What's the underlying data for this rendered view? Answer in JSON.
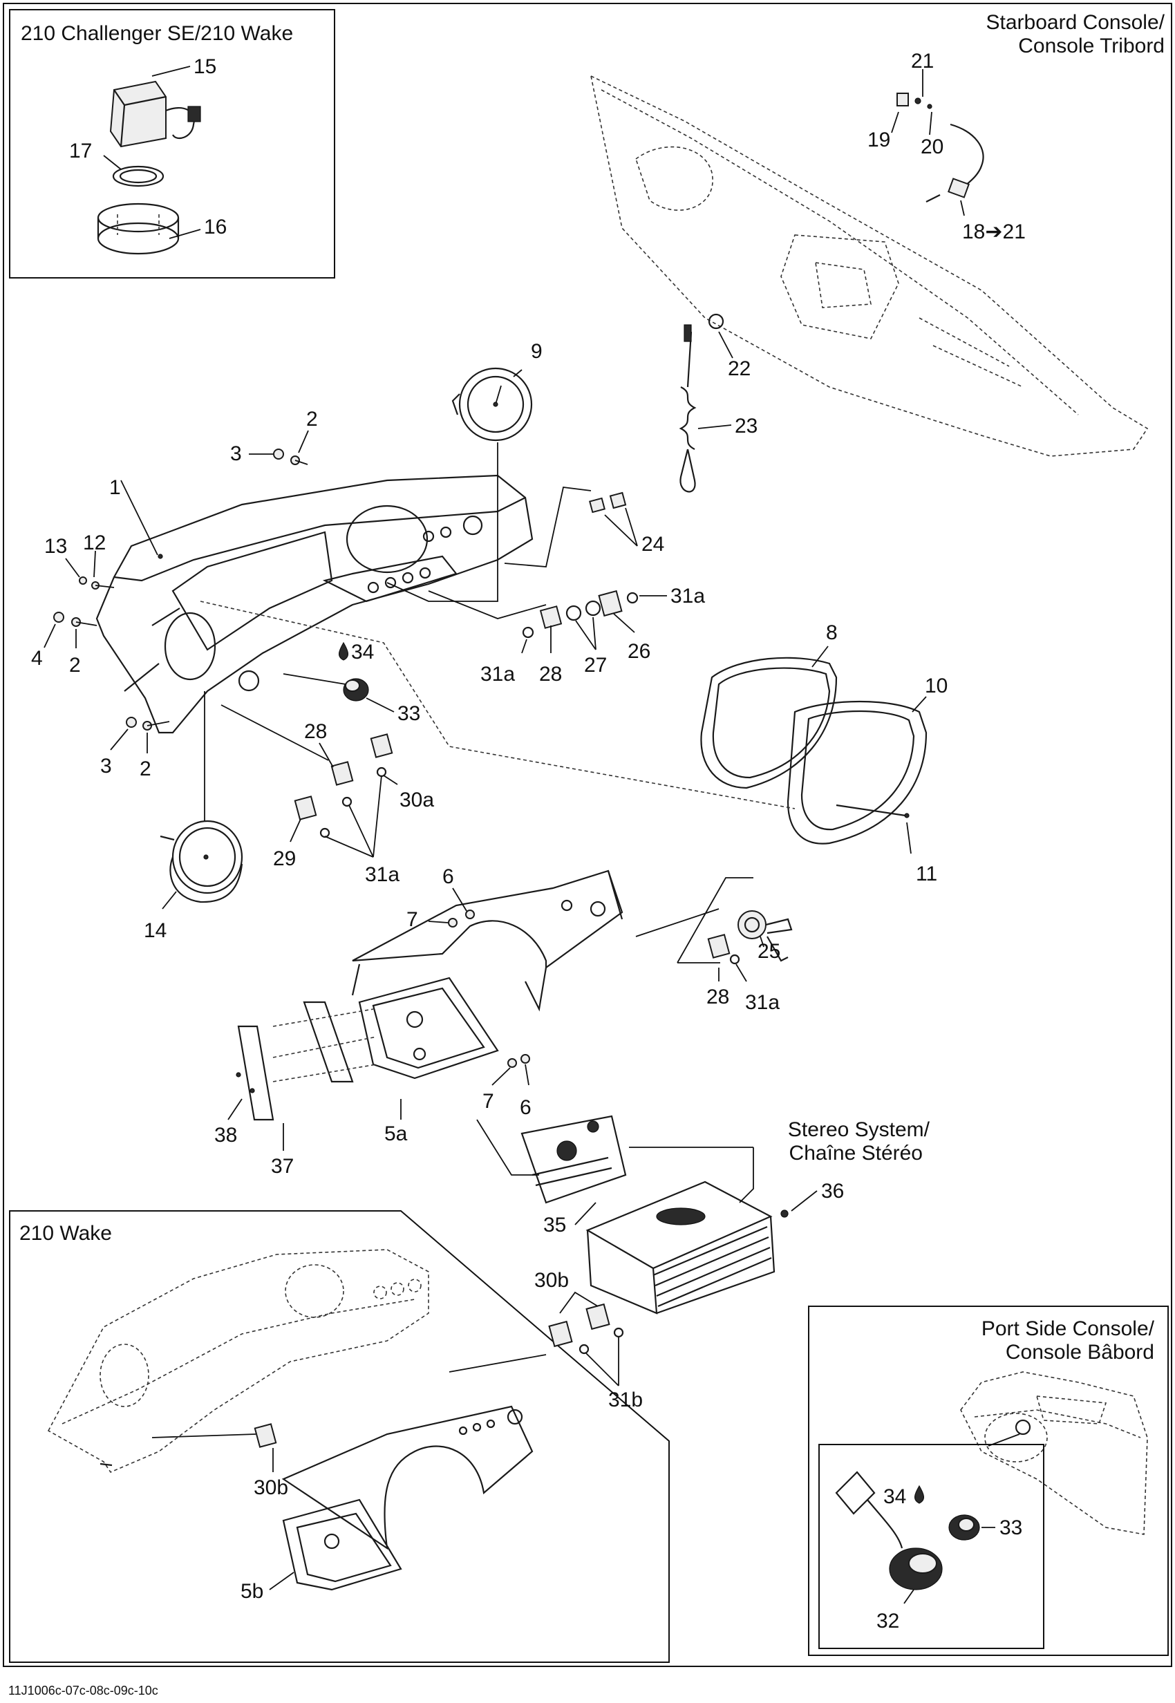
{
  "insets": {
    "challenger_wake": "210 Challenger SE/210 Wake",
    "starboard_line1": "Starboard Console/",
    "starboard_line2": "Console Tribord",
    "wake": "210 Wake",
    "port_line1": "Port Side Console/",
    "port_line2": "Console Bâbord",
    "stereo_line1": "Stereo System/",
    "stereo_line2": "Chaîne Stéréo"
  },
  "callouts": {
    "c1": "1",
    "c2a": "2",
    "c2b": "2",
    "c2c": "2",
    "c3a": "3",
    "c3b": "3",
    "c4": "4",
    "c5a": "5a",
    "c5b": "5b",
    "c6a": "6",
    "c6b": "6",
    "c7a": "7",
    "c7b": "7",
    "c8": "8",
    "c9": "9",
    "c10": "10",
    "c11": "11",
    "c12": "12",
    "c13": "13",
    "c14": "14",
    "c15": "15",
    "c16": "16",
    "c17": "17",
    "c18": "18➔21",
    "c19": "19",
    "c20": "20",
    "c21": "21",
    "c22": "22",
    "c23": "23",
    "c24": "24",
    "c25": "25",
    "c26": "26",
    "c27": "27",
    "c28a": "28",
    "c28b": "28",
    "c28c": "28",
    "c29": "29",
    "c30a": "30a",
    "c30b1": "30b",
    "c30b2": "30b",
    "c31a1": "31a",
    "c31a2": "31a",
    "c31a3": "31a",
    "c31a4": "31a",
    "c31b": "31b",
    "c32": "32",
    "c33a": "33",
    "c33b": "33",
    "c34a": "34",
    "c34b": "34",
    "c35": "35",
    "c36": "36",
    "c37": "37",
    "c38": "38"
  },
  "footer": "11J1006c-07c-08c-09c-10c"
}
